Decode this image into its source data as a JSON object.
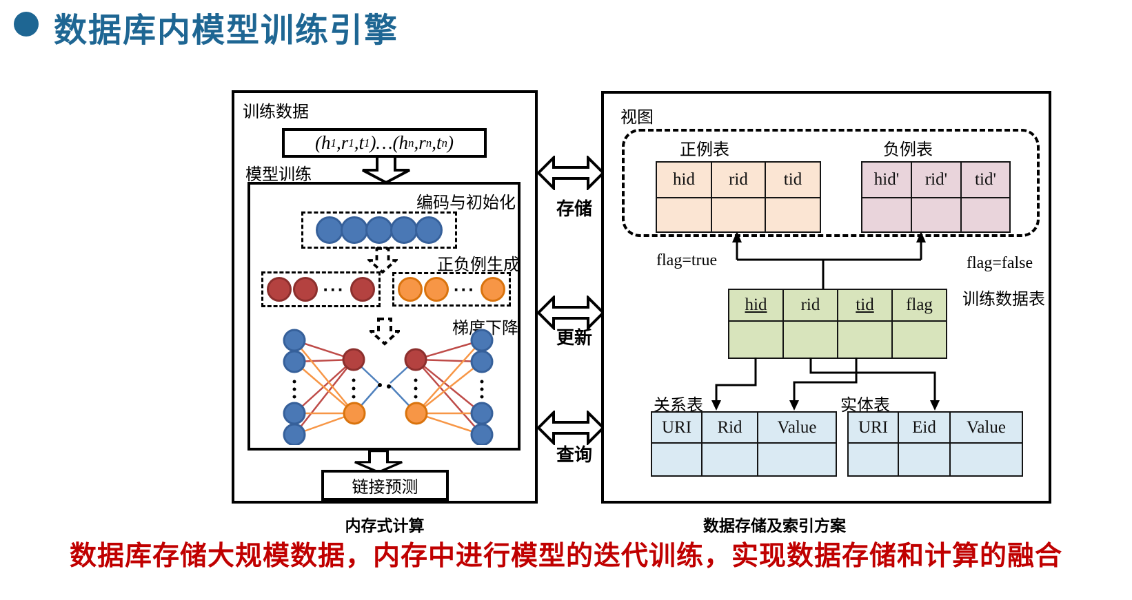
{
  "title": {
    "text": "数据库内模型训练引擎"
  },
  "left_panel": {
    "training_data_label": "训练数据",
    "formula": {
      "p1": "(h",
      "s1": "1",
      "p2": ",r",
      "s2": "1",
      "p3": ",t",
      "s3": "1",
      "p4": ")…(h",
      "s4": "n",
      "p5": ",r",
      "s5": "n",
      "p6": ",t",
      "s6": "n",
      "p7": ")"
    },
    "model_training_label": "模型训练",
    "encode_label": "编码与初始化",
    "posneg_label": "正负例生成",
    "gradient_label": "梯度下降",
    "ellipsis": "···",
    "link_prediction_label": "链接预测",
    "caption": "内存式计算"
  },
  "middle": {
    "arrows": [
      {
        "label": "存储"
      },
      {
        "label": "更新"
      },
      {
        "label": "查询"
      }
    ]
  },
  "right_panel": {
    "view_label": "视图",
    "pos_table": {
      "title": "正例表",
      "columns": [
        "hid",
        "rid",
        "tid"
      ]
    },
    "neg_table": {
      "title": "负例表",
      "columns": [
        "hid'",
        "rid'",
        "tid'"
      ]
    },
    "flag_true": "flag=true",
    "flag_false": "flag=false",
    "train_table": {
      "title": "训练数据表",
      "columns": [
        "hid",
        "rid",
        "tid",
        "flag"
      ]
    },
    "relation_table": {
      "title": "关系表",
      "columns": [
        "URI",
        "Rid",
        "Value"
      ]
    },
    "entity_table": {
      "title": "实体表",
      "columns": [
        "URI",
        "Eid",
        "Value"
      ]
    },
    "caption": "数据存储及索引方案"
  },
  "footer": {
    "text": "数据库存储大规模数据，内存中进行模型的迭代训练，实现数据存储和计算的融合"
  },
  "colors": {
    "title_blue": "#1E6693",
    "footer_red": "#C00000",
    "node_blue": "#4A78B5",
    "node_blue_stroke": "#36609A",
    "node_red": "#B44240",
    "node_red_stroke": "#8C2F2D",
    "node_orange": "#F79646",
    "node_orange_stroke": "#D9730D",
    "pos_table_fill": "#FBE5D3",
    "neg_table_fill": "#E9D4DB",
    "train_table_fill": "#D8E4BC",
    "dict_table_fill": "#DAEAF3",
    "edge_red": "#BE4B48",
    "edge_orange": "#F79646",
    "edge_blue": "#4F81BD"
  }
}
